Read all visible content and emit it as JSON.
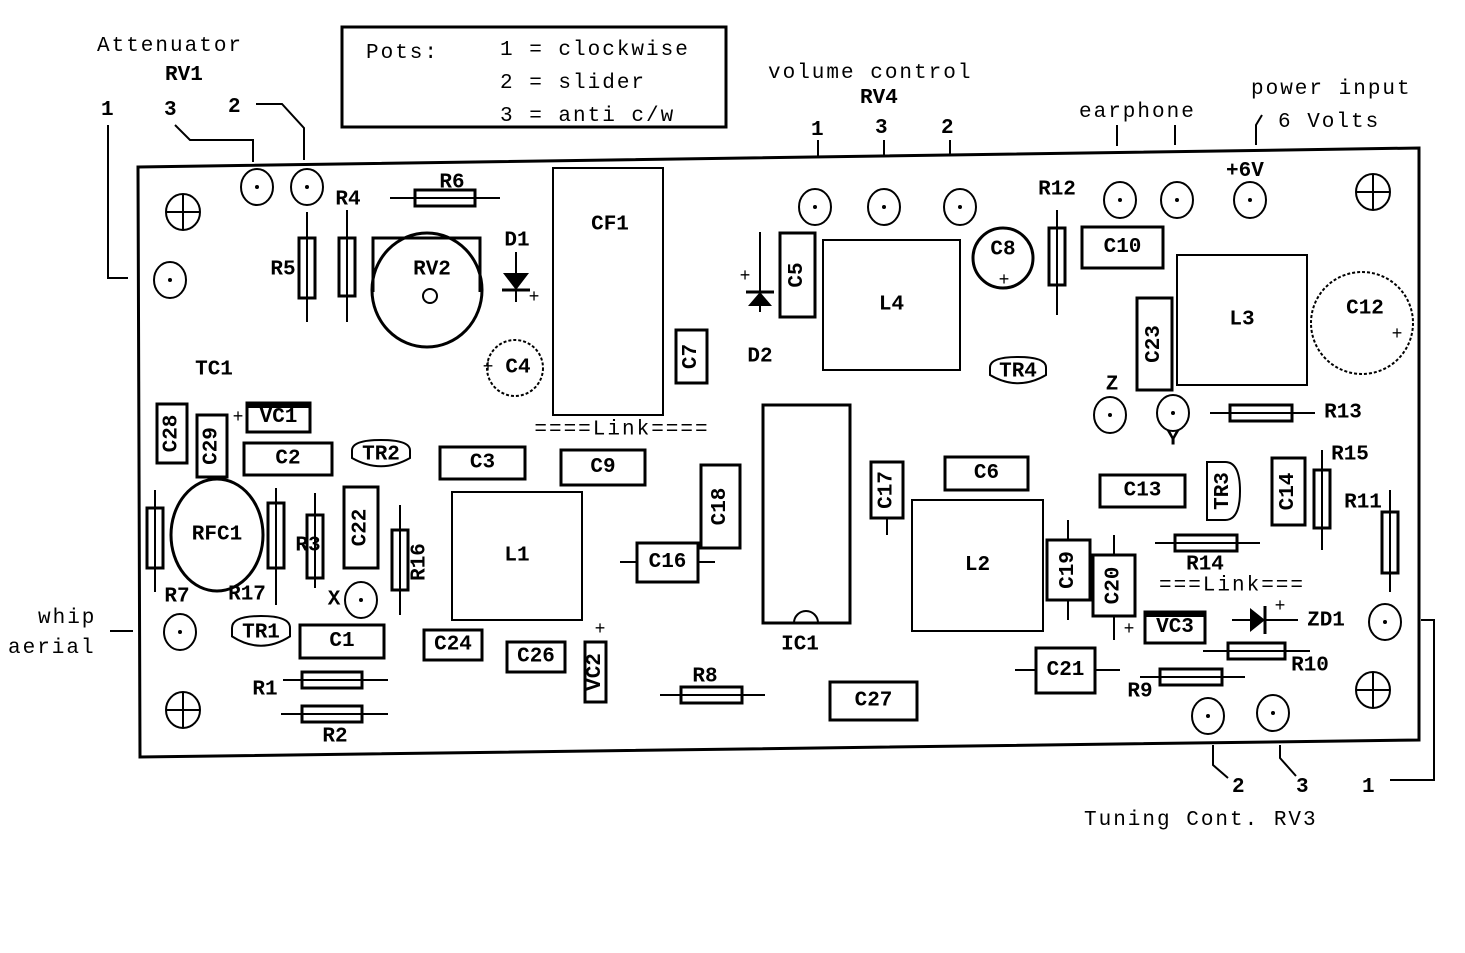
{
  "legend": {
    "title": "Pots:",
    "lines": [
      "1 = clockwise",
      "2 = slider",
      "3 = anti c/w"
    ]
  },
  "external": {
    "attenuator": "Attenuator",
    "rv1": "RV1",
    "rv1_pins": [
      "1",
      "3",
      "2"
    ],
    "volume_control": "volume control",
    "rv4": "RV4",
    "rv4_pins": [
      "1",
      "3",
      "2"
    ],
    "earphone": "earphone",
    "power_input": "power input",
    "six_volts": "6 Volts",
    "plus_6v": "+6V",
    "whip": "whip",
    "aerial": "aerial",
    "tuning": "Tuning Cont. RV3",
    "rv3_pins": [
      "2",
      "3",
      "1"
    ]
  },
  "components": {
    "R1": "R1",
    "R2": "R2",
    "R3": "R3",
    "R4": "R4",
    "R5": "R5",
    "R6": "R6",
    "R7": "R7",
    "R8": "R8",
    "R9": "R9",
    "R10": "R10",
    "R11": "R11",
    "R12": "R12",
    "R13": "R13",
    "R14": "R14",
    "R15": "R15",
    "R16": "R16",
    "R17": "R17",
    "C1": "C1",
    "C2": "C2",
    "C3": "C3",
    "C4": "C4",
    "C5": "C5",
    "C6": "C6",
    "C7": "C7",
    "C8": "C8",
    "C9": "C9",
    "C10": "C10",
    "C12": "C12",
    "C13": "C13",
    "C14": "C14",
    "C16": "C16",
    "C17": "C17",
    "C18": "C18",
    "C19": "C19",
    "C20": "C20",
    "C21": "C21",
    "C22": "C22",
    "C23": "C23",
    "C24": "C24",
    "C26": "C26",
    "C27": "C27",
    "C28": "C28",
    "C29": "C29",
    "L1": "L1",
    "L2": "L2",
    "L3": "L3",
    "L4": "L4",
    "VC1": "VC1",
    "VC2": "VC2",
    "VC3": "VC3",
    "TR1": "TR1",
    "TR2": "TR2",
    "TR3": "TR3",
    "TR4": "TR4",
    "D1": "D1",
    "D2": "D2",
    "ZD1": "ZD1",
    "RV2": "RV2",
    "RFC1": "RFC1",
    "CF1": "CF1",
    "IC1": "IC1",
    "TC1": "TC1",
    "X": "X",
    "Y": "Y",
    "Z": "Z",
    "link1": "====Link====",
    "link2": "===Link===",
    "plus": "+"
  }
}
